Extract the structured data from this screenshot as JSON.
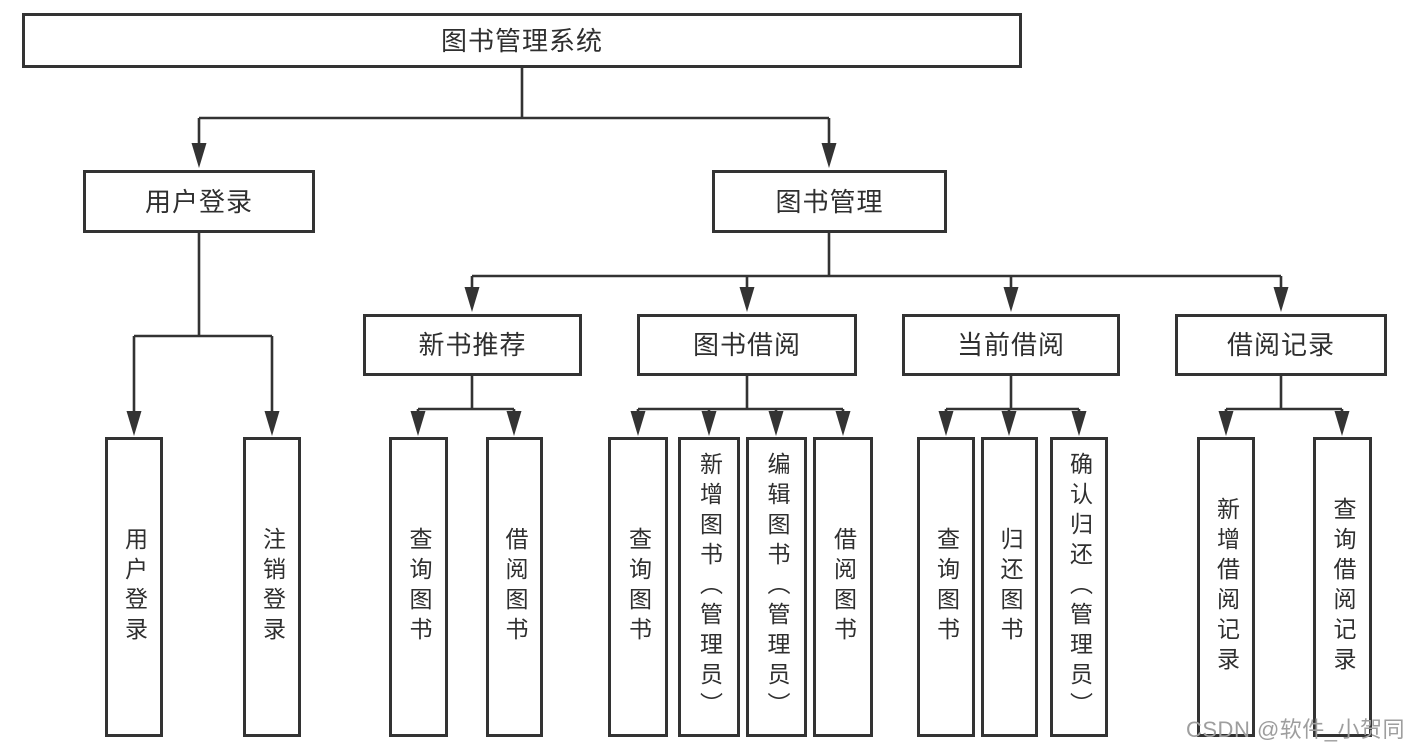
{
  "colors": {
    "line": "#333333",
    "box_border": "#333333",
    "text": "#2f2f2f",
    "watermark": "#9e9e9e",
    "background": "#ffffff"
  },
  "watermark": {
    "text": "CSDN @软件_小贺同学"
  },
  "nodes": {
    "root": "图书管理系统",
    "user_login": "用户登录",
    "book_management": "图书管理",
    "new_book_recommend": "新书推荐",
    "book_borrow": "图书借阅",
    "current_borrow": "当前借阅",
    "borrow_records": "借阅记录",
    "leaf_user_login": "用户登录",
    "leaf_logout": "注销登录",
    "leaf_query_books_recommend": "查询图书",
    "leaf_borrow_books_recommend": "借阅图书",
    "leaf_query_books_borrow": "查询图书",
    "leaf_add_books_admin": "新增图书（管理员）",
    "leaf_edit_books_admin": "编辑图书（管理员）",
    "leaf_borrow_books_borrow": "借阅图书",
    "leaf_query_books_current": "查询图书",
    "leaf_return_books": "归还图书",
    "leaf_confirm_return_admin": "确认归还（管理员）",
    "leaf_add_borrow_record": "新增借阅记录",
    "leaf_query_borrow_record": "查询借阅记录"
  }
}
